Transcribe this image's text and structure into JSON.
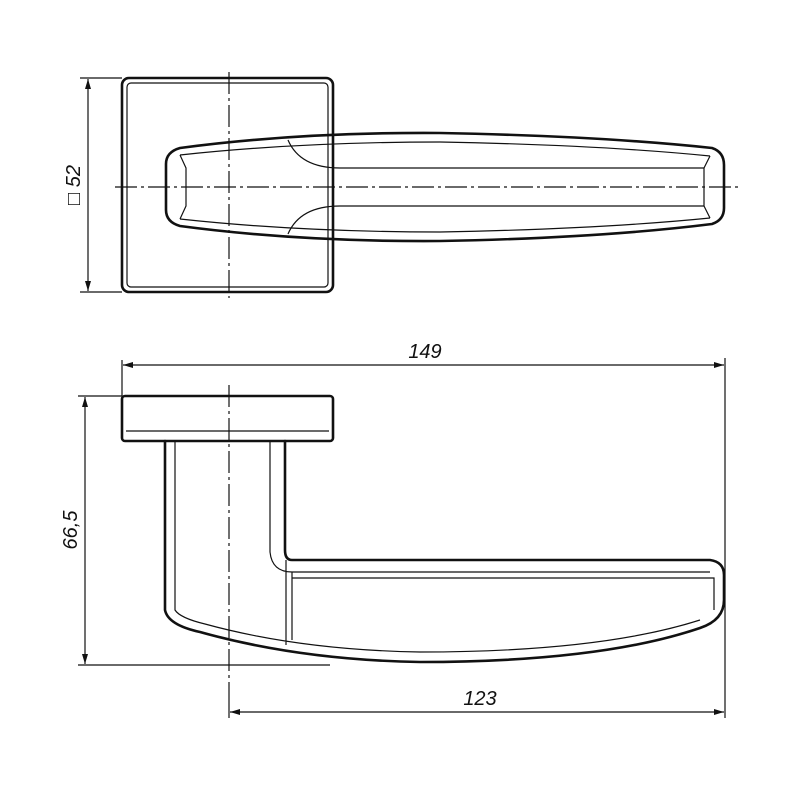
{
  "drawing": {
    "subject": "door-lever-handle",
    "dimensions": {
      "rosette_size": "□ 52",
      "total_length": "149",
      "projection": "66,5",
      "lever_length": "123"
    }
  }
}
